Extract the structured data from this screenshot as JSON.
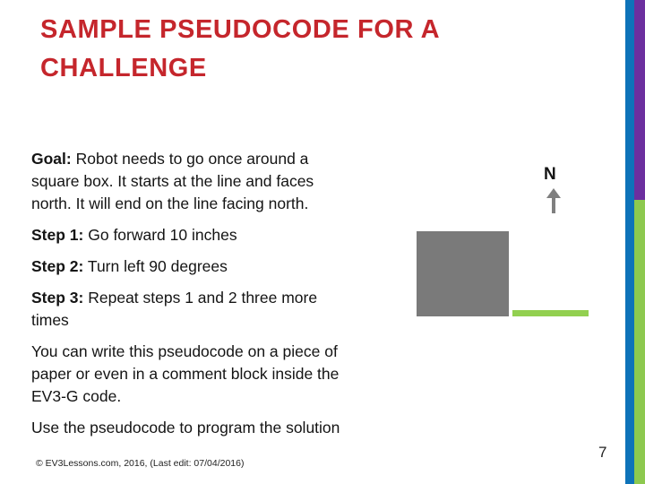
{
  "slide": {
    "title_line1": "SAMPLE PSEUDOCODE FOR A",
    "title_line2": "CHALLENGE",
    "paragraphs": [
      {
        "label": "Goal:",
        "text": "Robot needs to go once around a\nsquare box. It starts at the line and faces\nnorth. It will end on the line facing north."
      },
      {
        "label": "Step 1:",
        "text": "Go forward 10 inches"
      },
      {
        "label": "Step 2:",
        "text": "Turn left 90 degrees"
      },
      {
        "label": "Step 3:",
        "text": "Repeat steps 1 and 2 three more\ntimes"
      },
      {
        "label": "",
        "text": "You can write this pseudocode on a piece of\npaper or even in a comment block inside the\nEV3-G code."
      },
      {
        "label": "",
        "text": "Use the pseudocode to program the solution"
      }
    ],
    "diagram": {
      "north_label": "N",
      "north_arrow_icon": "up-arrow",
      "box_shape": "gray-square",
      "start_line_shape": "green-line"
    },
    "footer": "© EV3Lessons.com, 2016, (Last edit: 07/04/2016)",
    "page_number": "7"
  },
  "colors": {
    "title_red": "#c5262c",
    "bar_blue": "#0e73b9",
    "bar_purple": "#6c2f9f",
    "bar_green": "#8dc94f",
    "box_gray": "#7a7a7a",
    "line_green": "#92d050",
    "arrow_gray": "#7f7f7f"
  }
}
